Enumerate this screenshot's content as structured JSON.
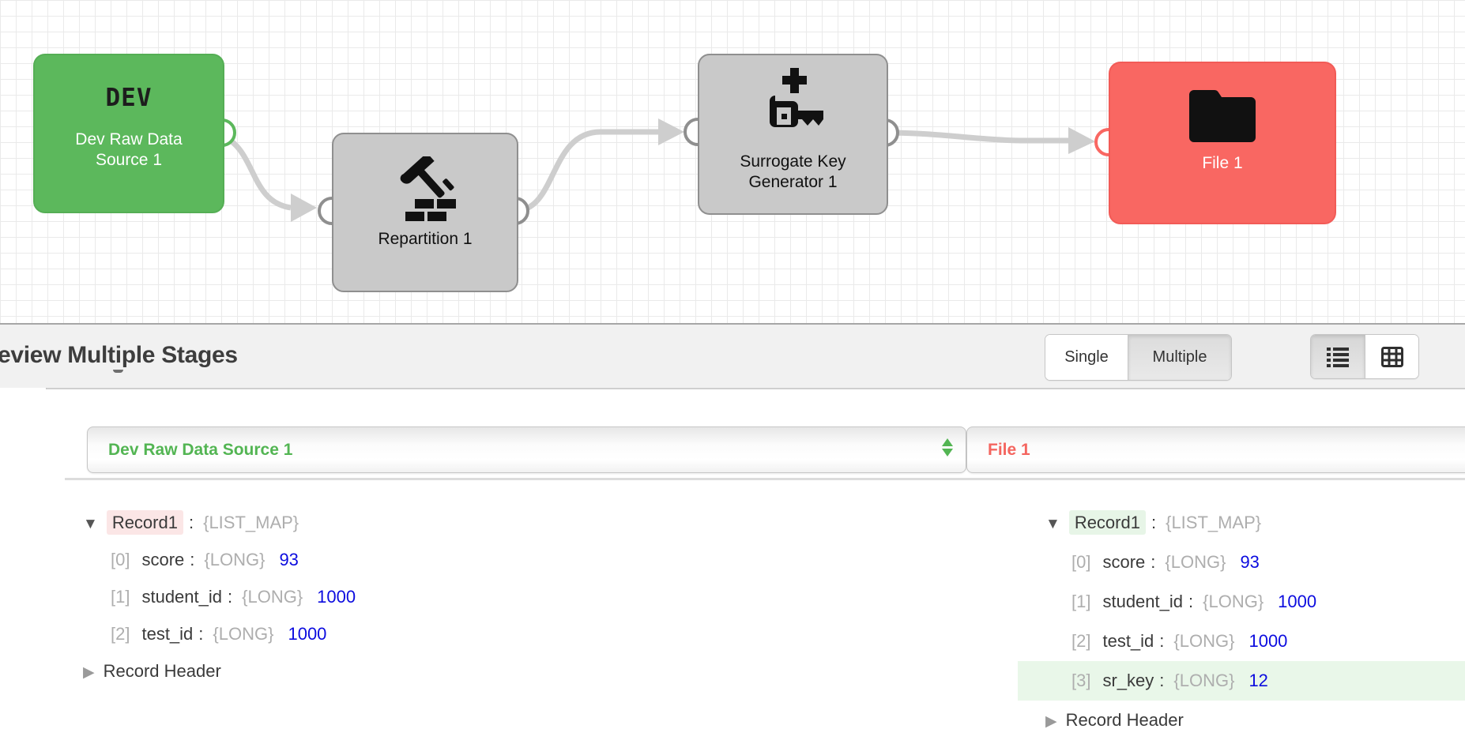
{
  "colors": {
    "origin_green": "#5cb85c",
    "destination_red": "#f96762",
    "processor_gray": "#c9c9c9",
    "wire_gray": "#cecece",
    "value_blue": "#0c0cdf",
    "selector_green": "#53b553",
    "selector_red": "#f4655f",
    "highlight_row_green": "#e9f7e9",
    "record_highlight_pink": "#fbe6e6",
    "record_highlight_green": "#e7f5e7"
  },
  "canvas": {
    "stages": [
      {
        "id": "dev-raw-data-source",
        "logo_text": "DEV",
        "label_lines": [
          "Dev Raw Data",
          "Source 1"
        ]
      },
      {
        "id": "repartition",
        "label_lines": [
          "Repartition 1"
        ]
      },
      {
        "id": "surrogate-key-generator",
        "label_lines": [
          "Surrogate Key",
          "Generator 1"
        ]
      },
      {
        "id": "file-destination",
        "label_lines": [
          "File 1"
        ]
      }
    ]
  },
  "preview": {
    "title": "eview Multiple Stages",
    "mode_toggle": {
      "single_label": "Single",
      "multiple_label": "Multiple",
      "active": "Multiple"
    },
    "view_toggle": {
      "options": [
        "list",
        "table"
      ],
      "active": "list"
    },
    "separator": ":",
    "highlight_row_color": "#e9f7e9",
    "panels": [
      {
        "side": "left",
        "stage_selector": "Dev Raw Data Source 1",
        "record": {
          "name": "Record1",
          "type": "{LIST_MAP}",
          "name_highlight": "#fbe6e6",
          "fields": [
            {
              "index": "[0]",
              "name": "score",
              "type": "{LONG}",
              "value": "93"
            },
            {
              "index": "[1]",
              "name": "student_id",
              "type": "{LONG}",
              "value": "1000"
            },
            {
              "index": "[2]",
              "name": "test_id",
              "type": "{LONG}",
              "value": "1000"
            }
          ],
          "footer": "Record Header"
        }
      },
      {
        "side": "right",
        "stage_selector": "File 1",
        "record": {
          "name": "Record1",
          "type": "{LIST_MAP}",
          "name_highlight": "#e7f5e7",
          "fields": [
            {
              "index": "[0]",
              "name": "score",
              "type": "{LONG}",
              "value": "93"
            },
            {
              "index": "[1]",
              "name": "student_id",
              "type": "{LONG}",
              "value": "1000"
            },
            {
              "index": "[2]",
              "name": "test_id",
              "type": "{LONG}",
              "value": "1000"
            },
            {
              "index": "[3]",
              "name": "sr_key",
              "type": "{LONG}",
              "value": "12",
              "highlight": true
            }
          ],
          "footer": "Record Header"
        }
      }
    ]
  },
  "icons": {
    "expanded_caret": "▼",
    "collapsed_caret": "▶"
  }
}
